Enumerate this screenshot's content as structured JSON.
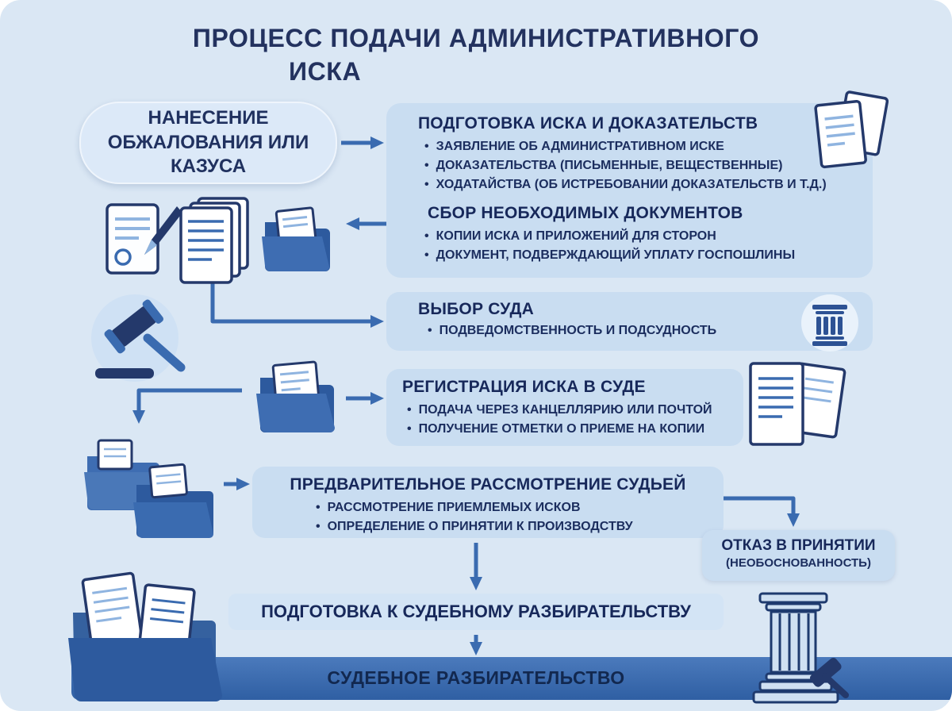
{
  "title": {
    "line1": "ПРОЦЕСС ПОДАЧИ АДМИНИСТРАТИВНОГО",
    "line2": "ИСКА"
  },
  "start": {
    "label": "НАНЕСЕНИЕ ОБЖАЛОВАНИЯ ИЛИ КАЗУСА"
  },
  "preparation": {
    "header": "ПОДГОТОВКА ИСКА И ДОКАЗАТЕЛЬСТВ",
    "bullets": [
      "ЗАЯВЛЕНИЕ ОБ АДМИНИСТРАТИВНОМ ИСКЕ",
      "ДОКАЗАТЕЛЬСТВА (ПИСЬМЕННЫЕ, ВЕЩЕСТВЕННЫЕ)",
      "ХОДАТАЙСТВА (ОБ ИСТРЕБОВАНИИ ДОКАЗАТЕЛЬСТВ И Т.Д.)"
    ],
    "header2": "СБОР НЕОБХОДИМЫХ ДОКУМЕНТОВ",
    "bullets2": [
      "КОПИИ ИСКА И ПРИЛОЖЕНИЙ ДЛЯ СТОРОН",
      "ДОКУМЕНТ, ПОДВЕРЖДАЮЩИЙ УПЛАТУ ГОСПОШЛИНЫ"
    ]
  },
  "court_selection": {
    "header": "ВЫБОР СУДА",
    "bullets": [
      "ПОДВЕДОМСТВЕННОСТЬ И ПОДСУДНОСТЬ"
    ]
  },
  "registration": {
    "header": "РЕГИСТРАЦИЯ ИСКА В СУДЕ",
    "bullets": [
      "ПОДАЧА ЧЕРЕЗ КАНЦЕЛЛЯРИЮ ИЛИ ПОЧТОЙ",
      "ПОЛУЧЕНИЕ ОТМЕТКИ О ПРИЕМЕ НА КОПИИ"
    ]
  },
  "preliminary_review": {
    "header": "ПРЕДВАРИТЕЛЬНОЕ РАССМОТРЕНИЕ СУДЬЕЙ",
    "bullets": [
      "РАССМОТРЕНИЕ ПРИЕМЛЕМЫХ ИСКОВ",
      "ОПРЕДЕЛЕНИЕ О ПРИНЯТИИ К ПРОИЗВОДСТВУ"
    ]
  },
  "rejection": {
    "line1": "ОТКАЗ В ПРИНЯТИИ",
    "line2": "(НЕОБОСНОВАННОСТЬ)"
  },
  "trial_preparation": {
    "label": "ПОДГОТОВКА К СУДЕБНОМУ РАЗБИРАТЕЛЬСТВУ"
  },
  "trial": {
    "label": "СУДЕБНОЕ РАЗБИРАТЕЛЬСТВО"
  },
  "icons": {
    "document_pen": "document-with-pen-and-stamp",
    "paper_stack": "stacked-papers",
    "folder_small": "folder-with-document",
    "document_pair": "two-overlapping-documents",
    "court_column": "classical-column-in-circle",
    "gavel": "judge-gavel-in-circle",
    "folder_doc": "folder-with-document",
    "document_stack_big": "two-large-documents",
    "folders_group": "two-folders-with-documents",
    "big_folder": "large-folder-with-documents",
    "column_gavel": "classical-column-with-gavel"
  },
  "colors": {
    "background": "#dae7f4",
    "box": "#c9ddf1",
    "pill": "#dce9f8",
    "heading_text": "#17285a",
    "body_text": "#1b2d5e",
    "arrow": "#3a6bb0",
    "folder_blue": "#2d5a9e",
    "band_gradient_top": "#4b7abc",
    "band_gradient_bottom": "#2f5fa3",
    "band_text": "#12284f",
    "page_line_light": "#8fb4e0"
  }
}
